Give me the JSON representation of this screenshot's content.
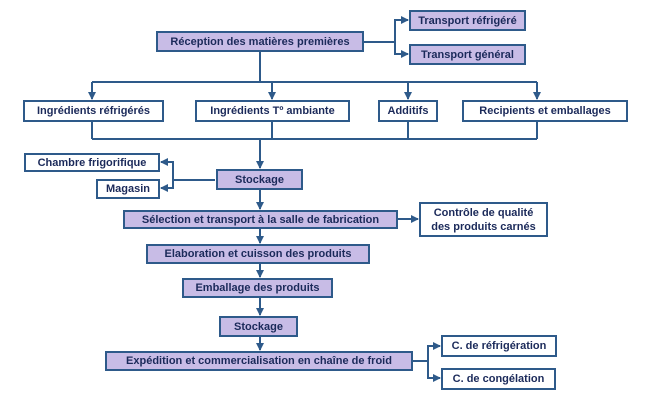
{
  "nodes": {
    "reception": "Réception des matières premières",
    "transport_refrigere": "Transport réfrigéré",
    "transport_general": "Transport général",
    "ingredients_refrigeres": "Ingrédients réfrigérés",
    "ingredients_ambiante": "Ingrédients Tº ambiante",
    "additifs": "Additifs",
    "recipients": "Recipients et emballages",
    "chambre_frigorifique": "Chambre frigorifique",
    "magasin": "Magasin",
    "stockage_1": "Stockage",
    "selection": "Sélection et transport à la salle de fabrication",
    "controle_line1": "Contrôle de qualité",
    "controle_line2": "des produits carnés",
    "elaboration": "Elaboration et cuisson des produits",
    "emballage": "Emballage des produits",
    "stockage_2": "Stockage",
    "expedition": "Expédition et commercialisation en chaîne de froid",
    "c_refrigeration": "C. de réfrigération",
    "c_congelation": "C. de congélation"
  },
  "colors": {
    "primary_fill": "#c8bce6",
    "border": "#2e5a8a",
    "text": "#1b2a5a"
  }
}
